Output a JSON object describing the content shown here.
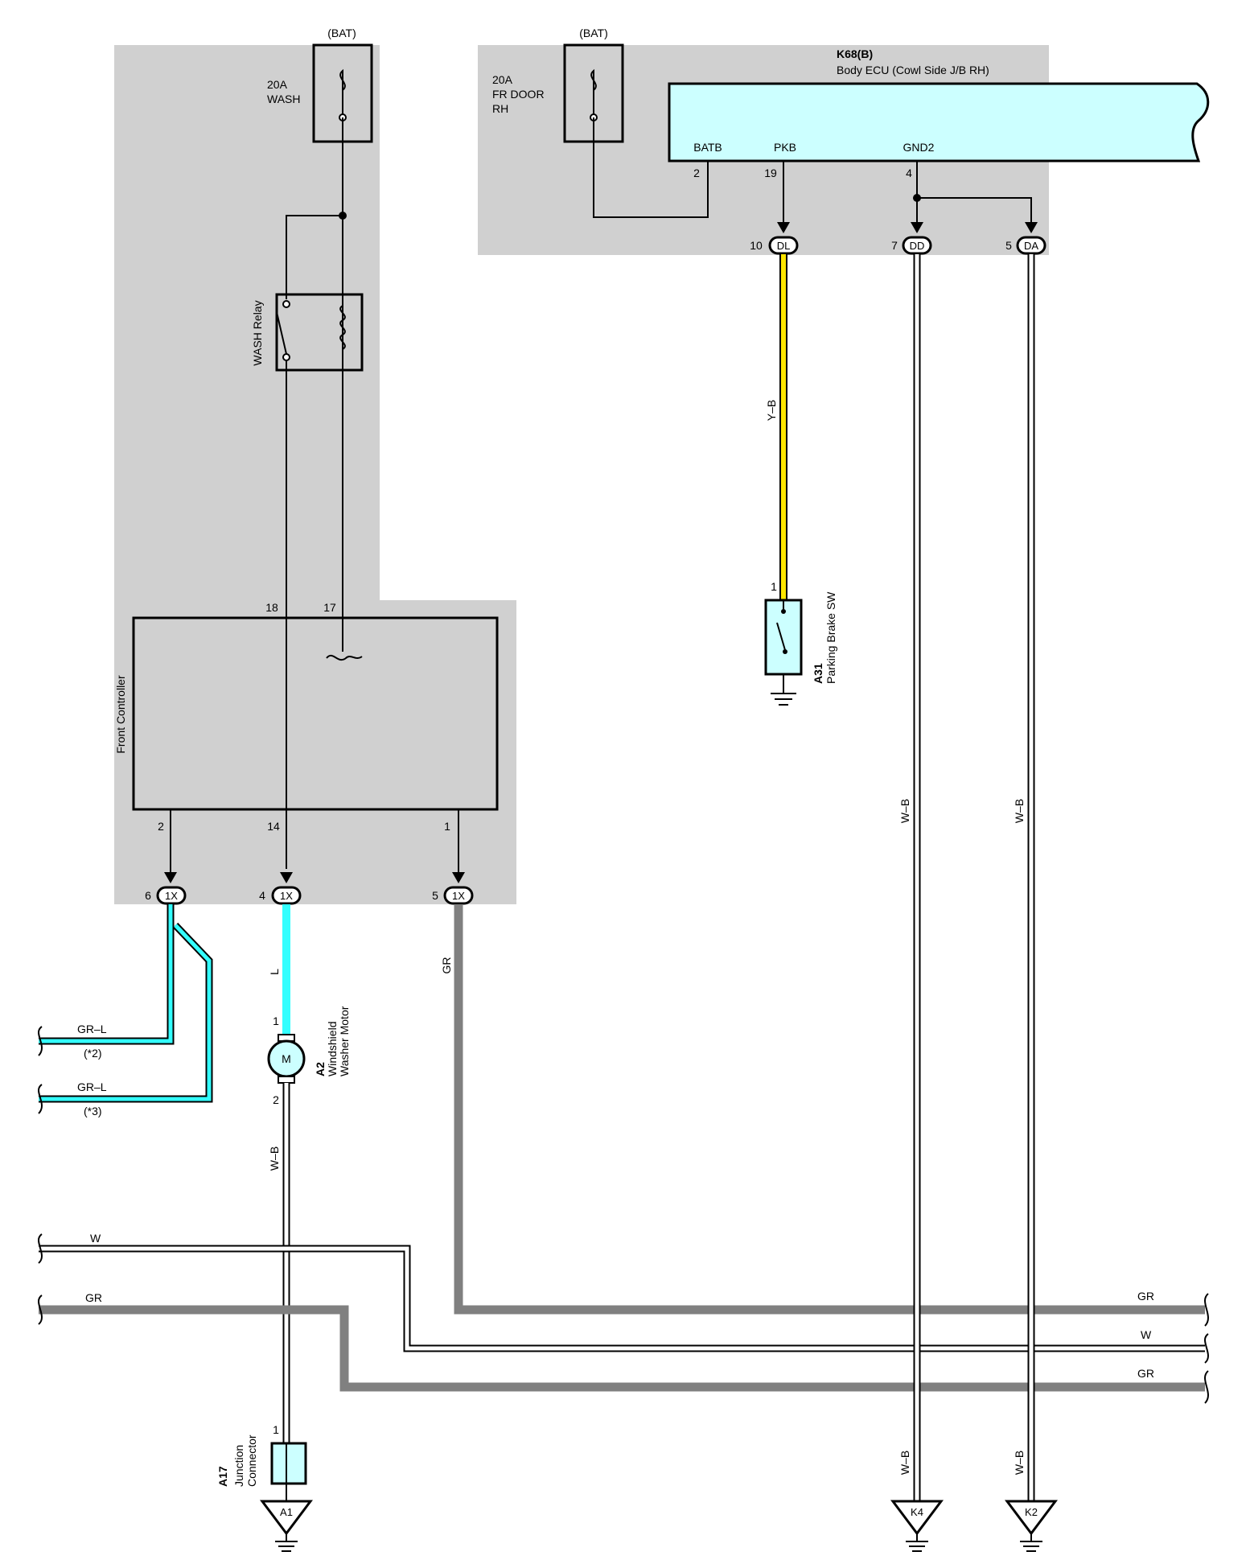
{
  "colors": {
    "shade": "#d0d0d0",
    "ecu_fill": "#ccffff",
    "wire_yellow": "#ffe600",
    "wire_cyan": "#33ffff",
    "wire_gray": "#808080",
    "outline": "#000000"
  },
  "fuses": [
    {
      "id": "wash",
      "source": "(BAT)",
      "rating": "20A",
      "name_lines": [
        "WASH"
      ]
    },
    {
      "id": "frdoor",
      "source": "(BAT)",
      "rating": "20A",
      "name_lines": [
        "FR DOOR",
        "RH"
      ]
    }
  ],
  "ecu": {
    "code": "K68(B)",
    "name": "Body ECU (Cowl Side J/B RH)",
    "terminals": [
      {
        "name": "BATB",
        "pin": "2"
      },
      {
        "name": "PKB",
        "pin": "19"
      },
      {
        "name": "GND2",
        "pin": "4"
      }
    ]
  },
  "ecu_connectors": [
    {
      "pin": "10",
      "code": "DL"
    },
    {
      "pin": "7",
      "code": "DD"
    },
    {
      "pin": "5",
      "code": "DA"
    }
  ],
  "relay": {
    "name": "WASH Relay"
  },
  "front_controller": {
    "name": "Front Controller",
    "top_pins": [
      "18",
      "17"
    ],
    "bottom_pins": [
      "2",
      "14",
      "1"
    ]
  },
  "fc_connectors": [
    {
      "pin": "6",
      "code": "1X"
    },
    {
      "pin": "4",
      "code": "1X"
    },
    {
      "pin": "5",
      "code": "1X"
    }
  ],
  "wires": {
    "y_b": "Y–B",
    "l": "L",
    "gr": "GR",
    "w_b_motor": "W–B",
    "w_b_dd": "W–B",
    "w_b_da": "W–B",
    "w_b_dd_bottom": "W–B",
    "w_b_da_bottom": "W–B",
    "gr_l_1": "GR–L",
    "gr_l_2": "GR–L",
    "note_1": "(*2)",
    "note_2": "(*3)",
    "bus_w_left": "W",
    "bus_gr_left": "GR",
    "bus_gr_right_top": "GR",
    "bus_w_right": "W",
    "bus_gr_right_bottom": "GR"
  },
  "parking_brake": {
    "code": "A31",
    "name": "Parking Brake SW",
    "pin": "1"
  },
  "washer_motor": {
    "code": "A2",
    "name_lines": [
      "Windshield",
      "Washer Motor"
    ],
    "symbol": "M",
    "pin_top": "1",
    "pin_bottom": "2"
  },
  "junction": {
    "code": "A17",
    "name_lines": [
      "Junction",
      "Connector"
    ],
    "pin": "1"
  },
  "grounds": [
    "A1",
    "K4",
    "K2"
  ]
}
